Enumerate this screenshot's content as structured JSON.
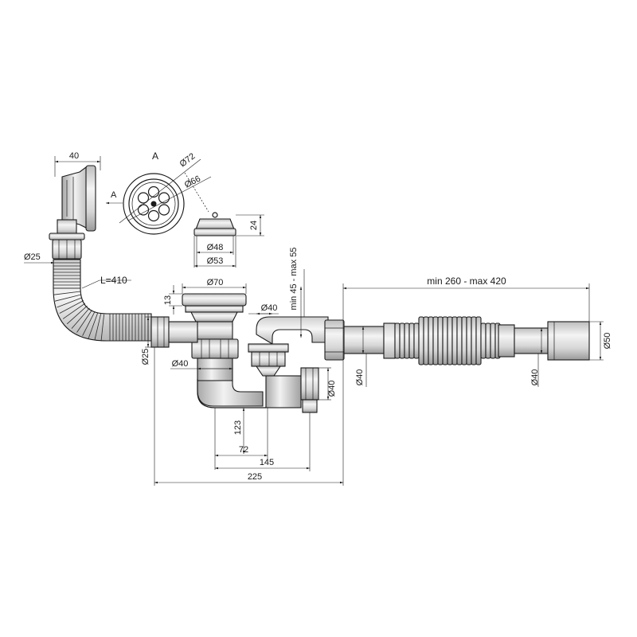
{
  "view_label_top": "A",
  "view_arrow_label": "A",
  "dims": {
    "overflow_width": "40",
    "overflow_outlet": "Ø25",
    "hose_length": "L=410",
    "grate_outer": "Ø72",
    "grate_inner": "Ø66",
    "plug_height": "24",
    "plug_inner": "Ø48",
    "plug_outer": "Ø53",
    "drain_flange": "Ø70",
    "flange_height": "13",
    "side_inlet": "Ø25",
    "drain_body": "Ø40",
    "trap_top": "Ø40",
    "seal_range": "min 45 - max 55",
    "trap_outlet": "Ø40",
    "corr_start": "Ø40",
    "corr_end": "Ø40",
    "corr_range": "min 260 - max 420",
    "outlet_dia": "Ø50",
    "depth": "123",
    "offset_72": "72",
    "offset_145": "145",
    "total_225": "225"
  }
}
